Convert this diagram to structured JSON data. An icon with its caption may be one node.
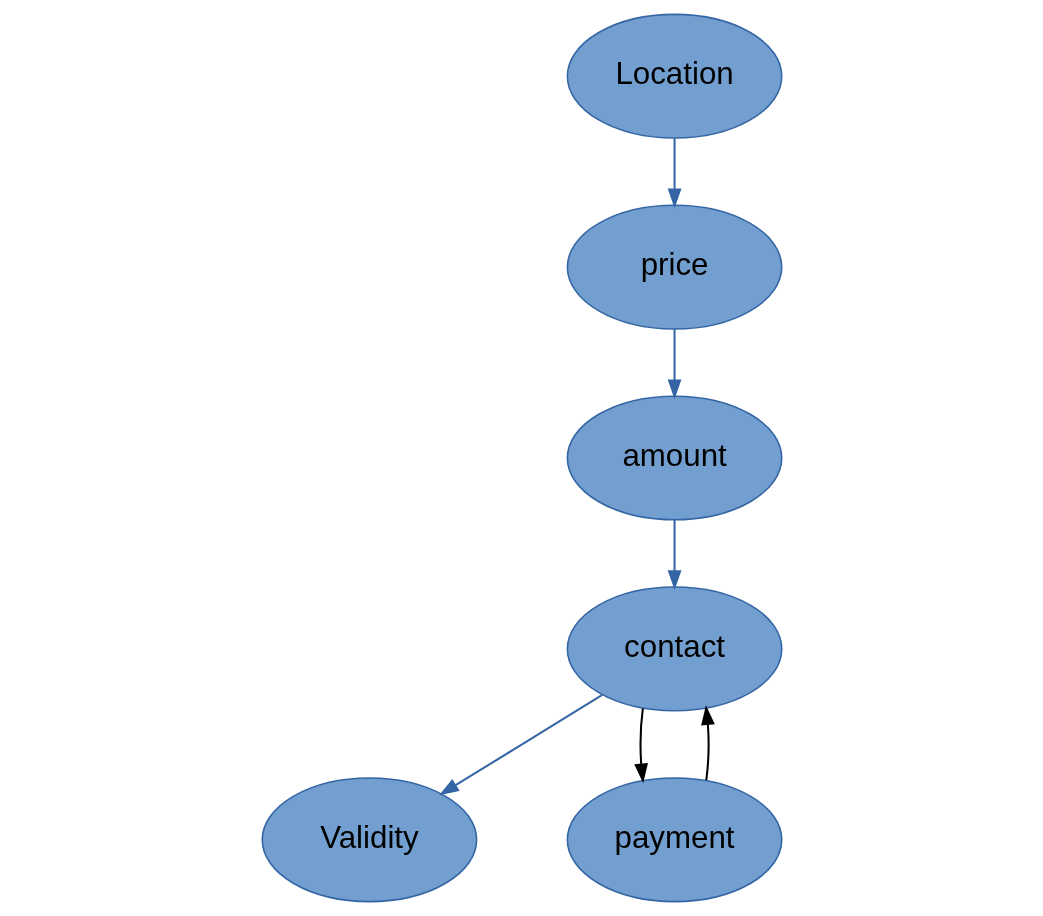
{
  "diagram": {
    "nodes": [
      {
        "text": [
          "Location"
        ]
      },
      {
        "text": [
          "price"
        ]
      },
      {
        "text": [
          "Validity"
        ]
      },
      {
        "text": [
          "amount"
        ]
      },
      {
        "text": [
          "contact"
        ]
      },
      {
        "text": [
          "payment"
        ]
      }
    ],
    "edges": [
      {
        "from": 0,
        "to": 1,
        "arrow": "to"
      },
      {
        "from": 1,
        "to": 3,
        "arrow": "to"
      },
      {
        "from": 3,
        "to": 4,
        "arrow": "to"
      },
      {
        "from": 4,
        "to": 2,
        "arrow": "to"
      },
      {
        "from": 4,
        "to": 5,
        "arrow": "to",
        "color": "#000000"
      },
      {
        "from": 5,
        "to": 4,
        "arrow": "to",
        "color": "#000000"
      }
    ]
  }
}
